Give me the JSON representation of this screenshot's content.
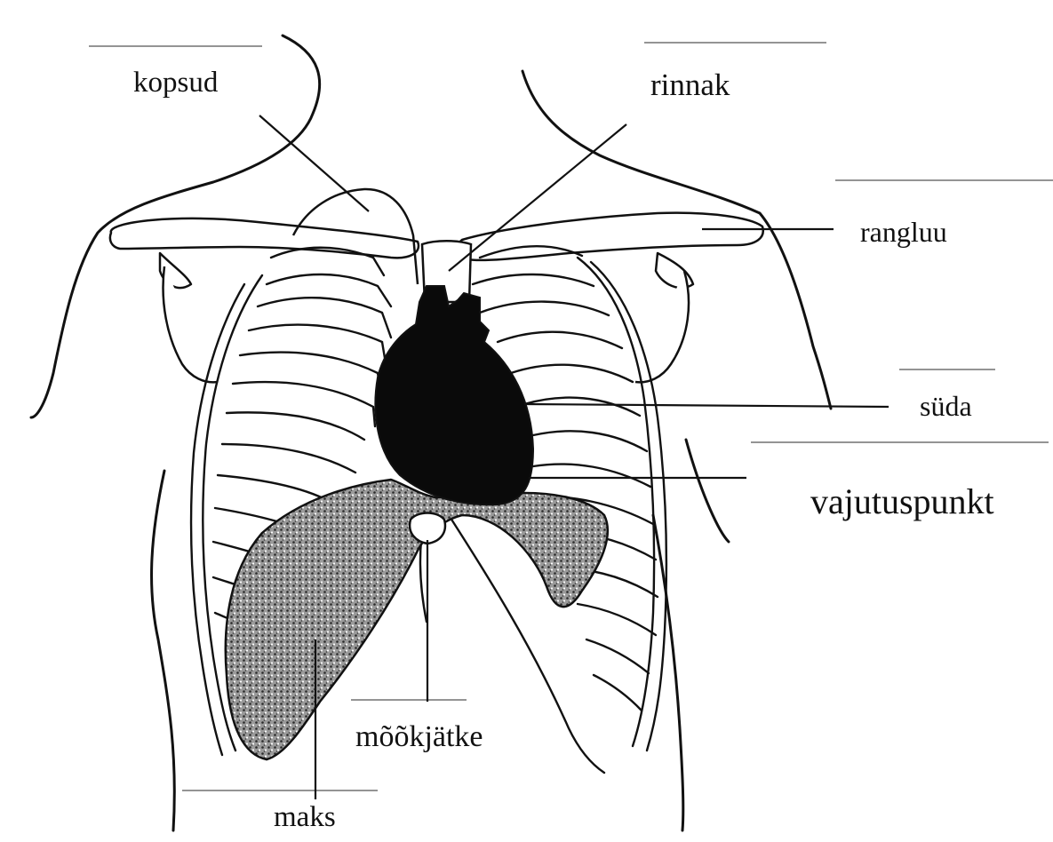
{
  "labels": {
    "lungs": "kopsud",
    "sternum": "rinnak",
    "clavicle": "rangluu",
    "heart": "süda",
    "compression_point": "vajutuspunkt",
    "xiphoid_process": "mõõkjätke",
    "liver": "maks"
  },
  "colors": {
    "line": "#111111",
    "heart_fill": "#0a0a0a",
    "liver_fill": "#8a8a8a",
    "background": "#ffffff"
  }
}
